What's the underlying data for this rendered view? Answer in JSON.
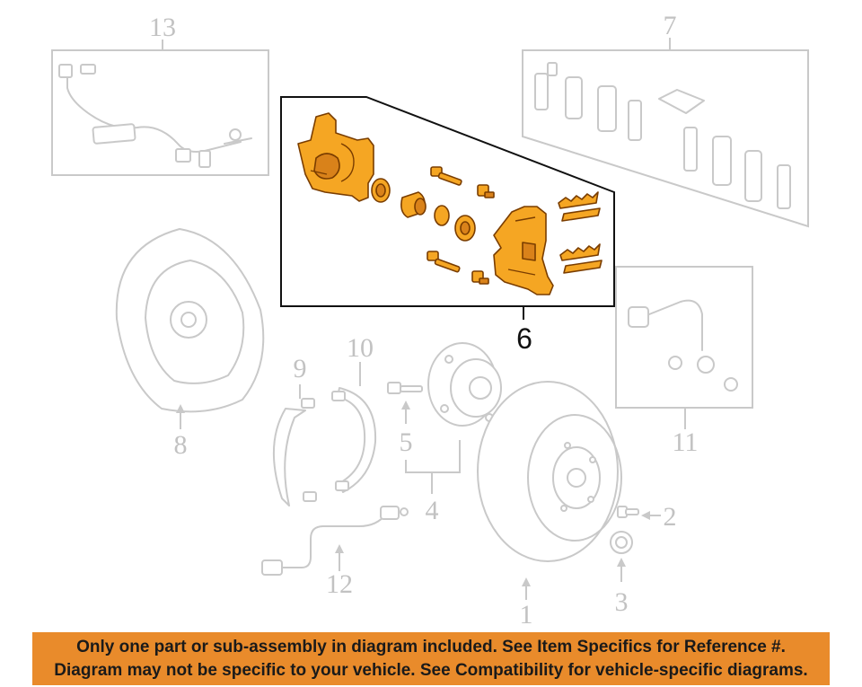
{
  "diagram": {
    "highlighted_callout": "6",
    "callouts": {
      "c1": "1",
      "c2": "2",
      "c3": "3",
      "c4": "4",
      "c5": "5",
      "c6": "6",
      "c7": "7",
      "c8": "8",
      "c9": "9",
      "c10": "10",
      "c11": "11",
      "c12": "12",
      "c13": "13"
    },
    "colors": {
      "highlight": "#f5a623",
      "ghost": "#c9c9c9",
      "banner": "#e98b2b"
    }
  },
  "banner": {
    "line1": "Only one part or sub-assembly in diagram included. See Item Specifics for Reference #.",
    "line2": "Diagram may not be specific to your vehicle. See Compatibility for vehicle-specific diagrams."
  }
}
